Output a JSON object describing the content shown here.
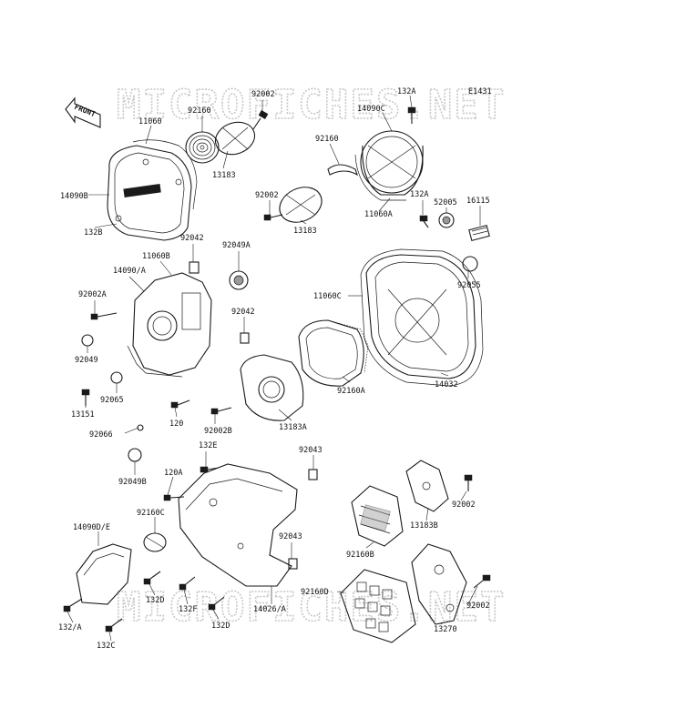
{
  "diagram_code": "E1431",
  "front_label": "FRONT",
  "watermark_top": "MICROFICHES.NET",
  "watermark_bottom": "MICROFICHES.NET",
  "colors": {
    "ink": "#1a1a1a",
    "watermark": "#c8c8c8",
    "background": "#ffffff"
  },
  "labels": {
    "l_92002_a": "92002",
    "l_92160_a": "92160",
    "l_11060": "11060",
    "l_13183_a": "13183",
    "l_14090b": "14090B",
    "l_132b": "132B",
    "l_132a_a": "132A",
    "l_14090c": "14090C",
    "l_92160_b": "92160",
    "l_92002_b": "92002",
    "l_13183_b": "13183",
    "l_11060a": "11060A",
    "l_132a_b": "132A",
    "l_52005": "52005",
    "l_16115": "16115",
    "l_92055": "92055",
    "l_11060c": "11060C",
    "l_14032": "14032",
    "l_92160a": "92160A",
    "l_13183a": "13183A",
    "l_92042_a": "92042",
    "l_11060b": "11060B",
    "l_92049a": "92049A",
    "l_14090a": "14090/A",
    "l_92002a": "92002A",
    "l_92042_b": "92042",
    "l_92049": "92049",
    "l_92065": "92065",
    "l_13151": "13151",
    "l_120": "120",
    "l_92002b": "92002B",
    "l_92066": "92066",
    "l_92049b": "92049B",
    "l_132e": "132E",
    "l_92043_a": "92043",
    "l_120a": "120A",
    "l_92160c": "92160C",
    "l_14090e": "14090D/E",
    "l_92043_b": "92043",
    "l_132d_a": "132D",
    "l_132f": "132F",
    "l_14026a": "14026/A",
    "l_132d_b": "132D",
    "l_132a_c": "132/A",
    "l_132c": "132C",
    "l_92002_c": "92002",
    "l_13183b": "13183B",
    "l_92160b": "92160B",
    "l_92160d": "92160D",
    "l_92002_d": "92002",
    "l_13270": "13270"
  }
}
